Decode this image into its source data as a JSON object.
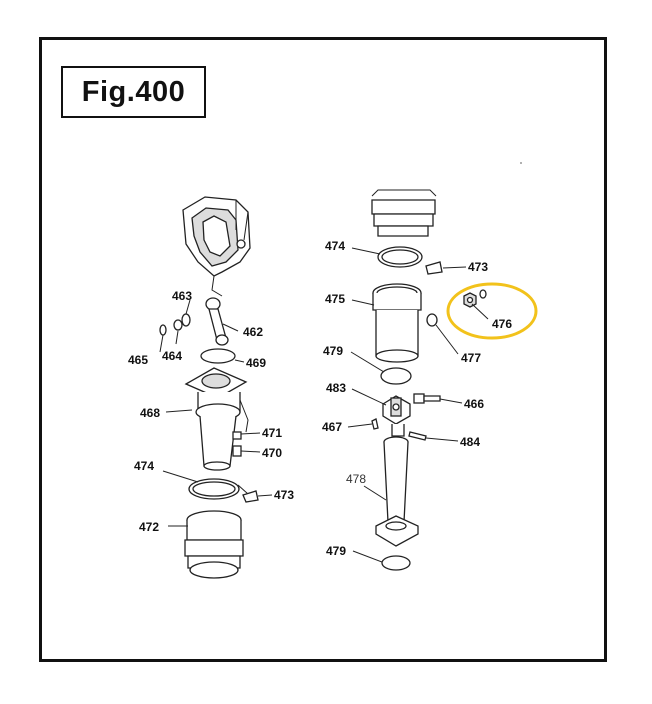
{
  "figure": {
    "title": "Fig.400",
    "highlight_color": "#f2c21b"
  },
  "labels": {
    "l463": "463",
    "l462": "462",
    "l465": "465",
    "l464": "464",
    "l469": "469",
    "l468": "468",
    "l471": "471",
    "l470": "470",
    "l474a": "474",
    "l473a": "473",
    "l472": "472",
    "l474b": "474",
    "l473b": "473",
    "l475": "475",
    "l476": "476",
    "l477": "477",
    "l479a": "479",
    "l483": "483",
    "l466": "466",
    "l467": "467",
    "l484": "484",
    "l478": "478",
    "l479b": "479"
  }
}
